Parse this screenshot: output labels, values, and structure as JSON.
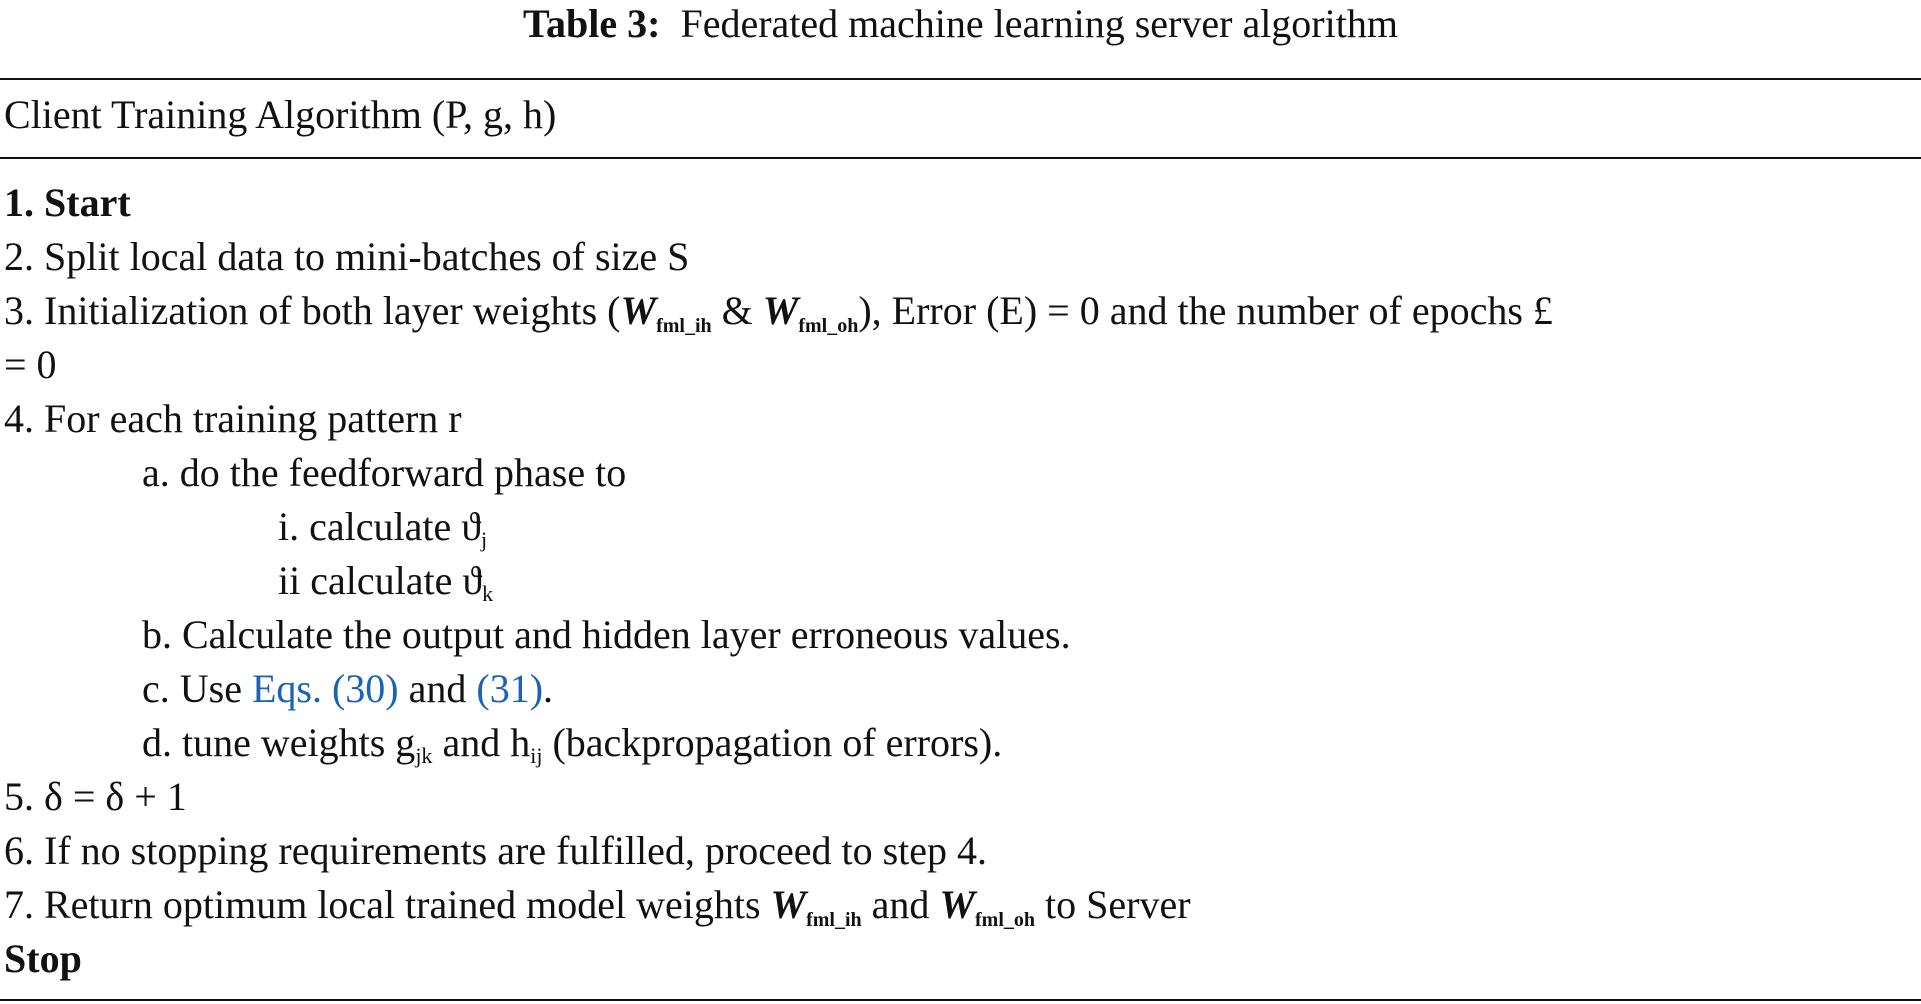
{
  "caption": {
    "label": "Table 3:",
    "text": "Federated machine learning server algorithm"
  },
  "header": "Client Training Algorithm (P, g, h)",
  "weights": {
    "w": "W",
    "ih": "fml_ih",
    "oh": "fml_oh"
  },
  "steps": {
    "s1": "1. Start",
    "s2": "2. Split local data to mini-batches of size S",
    "s3": {
      "pre": "3. Initialization of both layer weights (",
      "amp": " & ",
      "post": "), Error (E) = 0 and the number of epochs £",
      "cont": "= 0"
    },
    "s4": "4. For each training pattern r",
    "s4a": "a. do the feedforward phase to",
    "s4ai": {
      "text": "i. calculate ϑ",
      "sub": "j"
    },
    "s4aii": {
      "text": "ii calculate ϑ",
      "sub": "k"
    },
    "s4b": "b. Calculate the output and hidden layer erroneous values.",
    "s4c": {
      "pre": "c. Use ",
      "link1": "Eqs. (30)",
      "mid": " and ",
      "link2": "(31)",
      "post": "."
    },
    "s4d": {
      "pre": "d. tune weights g",
      "sub1": "jk",
      "mid": " and h",
      "sub2": "ij",
      "post": " (backpropagation of errors)."
    },
    "s5": "5. δ = δ + 1",
    "s6": "6. If no stopping requirements are fulfilled, proceed to step 4.",
    "s7": {
      "pre": "7. Return optimum local trained model weights ",
      "mid": " and ",
      "post": " to Server"
    },
    "stop": "Stop"
  }
}
